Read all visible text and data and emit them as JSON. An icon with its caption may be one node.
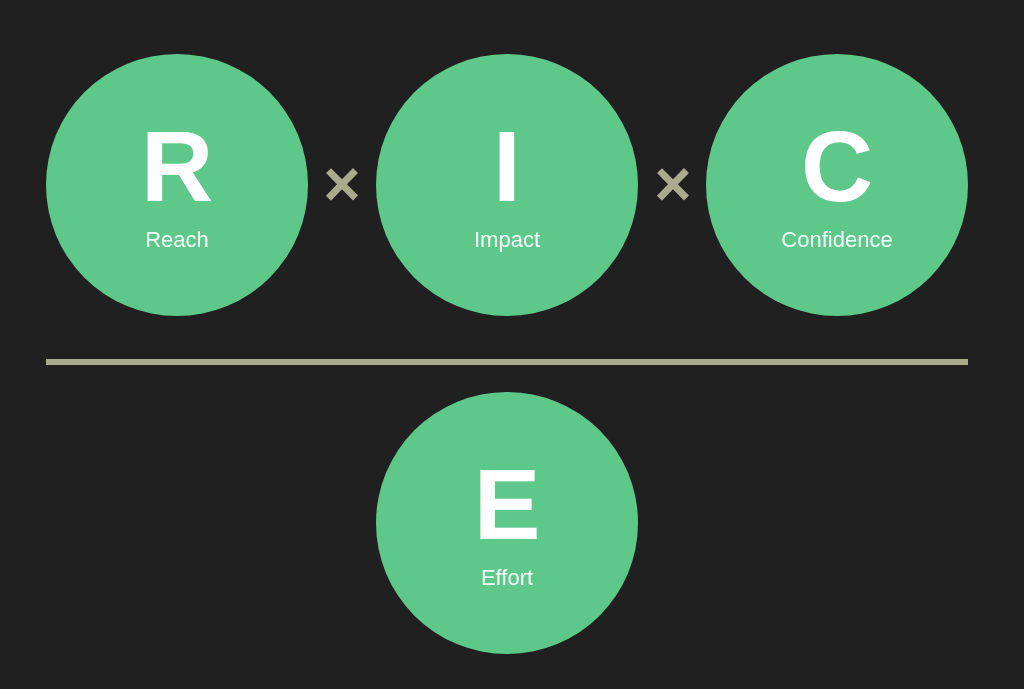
{
  "diagram": {
    "nodes": [
      {
        "text": [
          "R",
          "Reach"
        ]
      },
      {
        "text": [
          "I",
          "Impact"
        ]
      },
      {
        "text": [
          "C",
          "Confidence"
        ]
      },
      {
        "text": [
          "E",
          "Effort"
        ]
      }
    ],
    "labels": [
      "×",
      "×"
    ]
  }
}
